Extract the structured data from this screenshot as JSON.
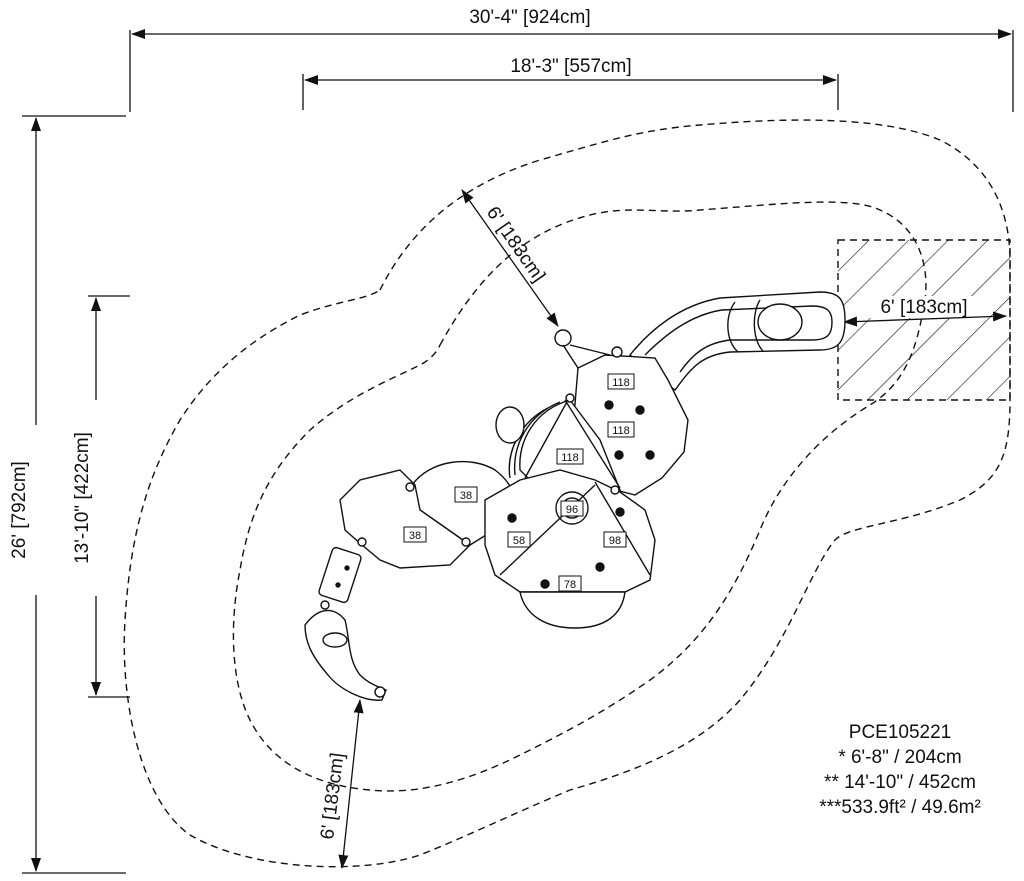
{
  "dimensions": {
    "overall_width": "30'-4\" [924cm]",
    "structure_width": "18'-3\" [557cm]",
    "overall_depth": "26' [792cm]",
    "structure_depth": "13'-10\" [422cm]",
    "use_zone_upper_left": "6' [183cm]",
    "use_zone_slide_exit": "6' [183cm]",
    "use_zone_lower_left": "6' [183cm]"
  },
  "deck_heights": {
    "top_deck_a": "118",
    "top_deck_b": "118",
    "center_deck": "118",
    "left_upper": "38",
    "left_lower": "38",
    "main_center": "58",
    "main_hub": "96",
    "right_lower": "98",
    "bottom_step": "78"
  },
  "info": {
    "model": "PCE105221",
    "height": "* 6'-8\" / 204cm",
    "length": "** 14'-10\" / 452cm",
    "area": "***533.9ft² / 49.6m²"
  }
}
